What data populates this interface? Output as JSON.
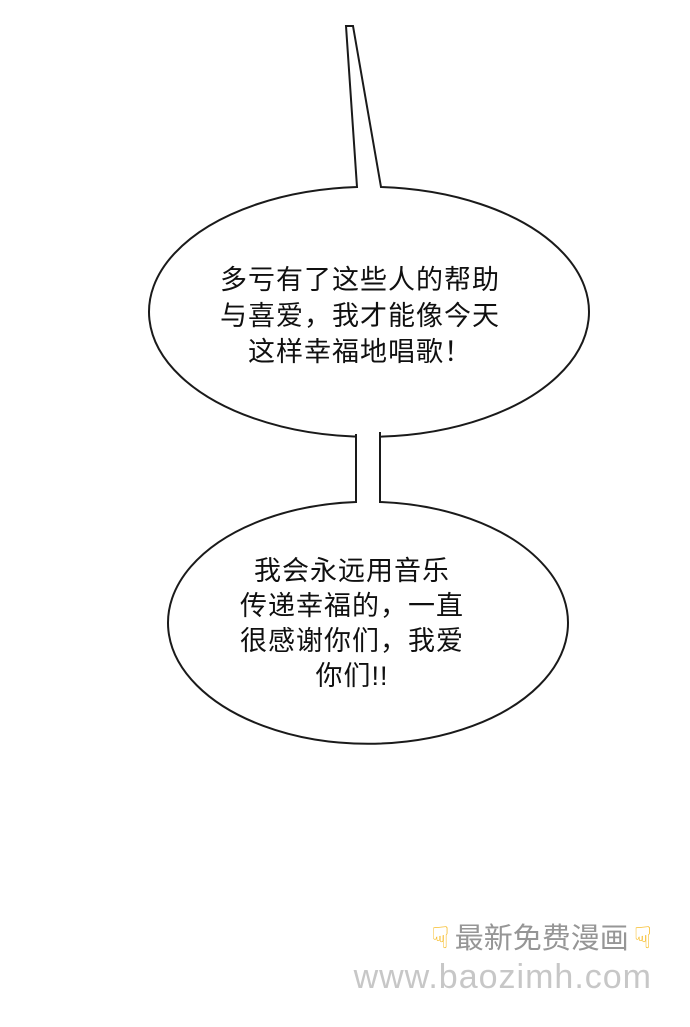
{
  "page": {
    "background_color": "#ffffff",
    "line_color": "#1a1a1a",
    "bubble_fill": "#ffffff"
  },
  "bubbles": [
    {
      "id": "bubble-1",
      "lines": [
        "多亏有了这些人的帮助",
        "与喜爱，我才能像今天",
        "这样幸福地唱歌！"
      ]
    },
    {
      "id": "bubble-2",
      "lines": [
        "我会永远用音乐",
        "传递幸福的，一直",
        "很感谢你们，我爱",
        "你们!!"
      ]
    }
  ],
  "watermark": {
    "icon": "☟",
    "icon_color": "#f6b40e",
    "promo_text": "最新免费漫画",
    "promo_color": "#969696",
    "url": "www.baozimh.com",
    "url_color": "#c7c7c7"
  }
}
